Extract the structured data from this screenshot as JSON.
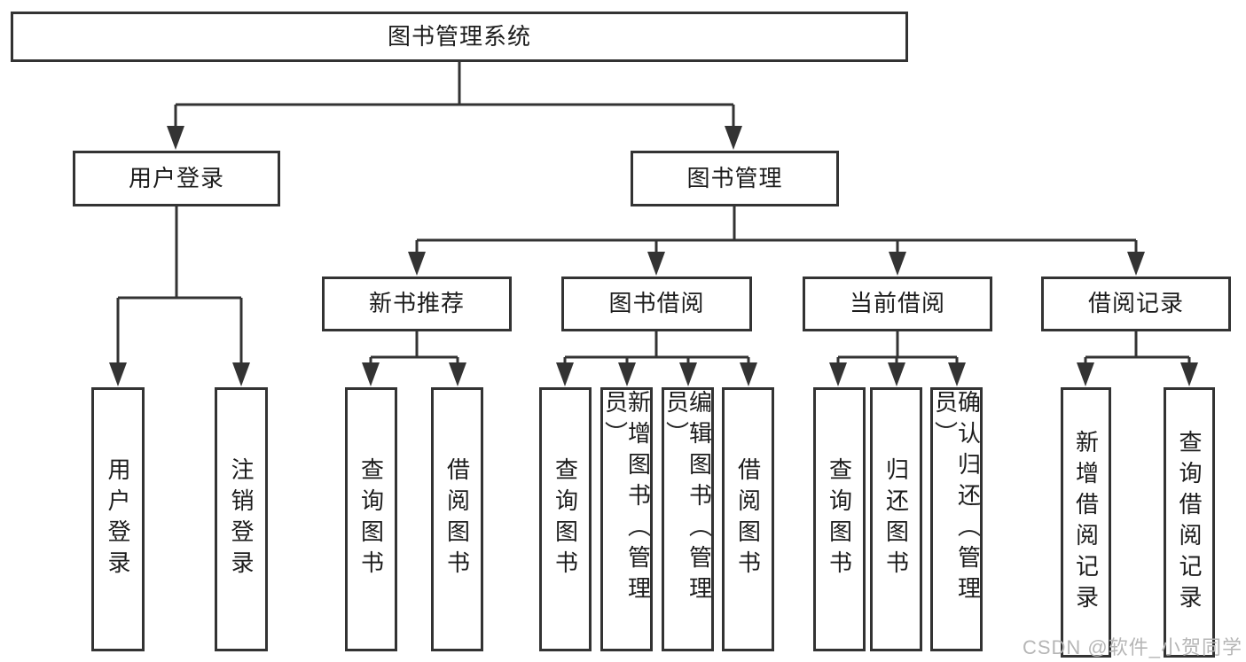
{
  "diagram": {
    "title": "图书管理系统",
    "branches": {
      "user_login": {
        "label": "用户登录",
        "children": [
          "用户登录",
          "注销登录"
        ]
      },
      "book_management": {
        "label": "图书管理",
        "sections": {
          "new_book_recommend": {
            "label": "新书推荐",
            "children": [
              "查询图书",
              "借阅图书"
            ]
          },
          "book_borrowing": {
            "label": "图书借阅",
            "children": [
              "查询图书",
              "新增图书（管理员）",
              "编辑图书（管理员）",
              "借阅图书"
            ]
          },
          "current_borrowing": {
            "label": "当前借阅",
            "children": [
              "查询图书",
              "归还图书",
              "确认归还（管理员）"
            ]
          },
          "borrowing_records": {
            "label": "借阅记录",
            "children": [
              "新增借阅记录",
              "查询借阅记录"
            ]
          }
        }
      }
    }
  },
  "watermark": {
    "text": "CSDN @软件_小贺同学"
  },
  "colors": {
    "line": "#333333",
    "box_border": "#333333",
    "text": "#1c1c1c",
    "background": "#ffffff",
    "watermark": "#b6b6b6"
  }
}
